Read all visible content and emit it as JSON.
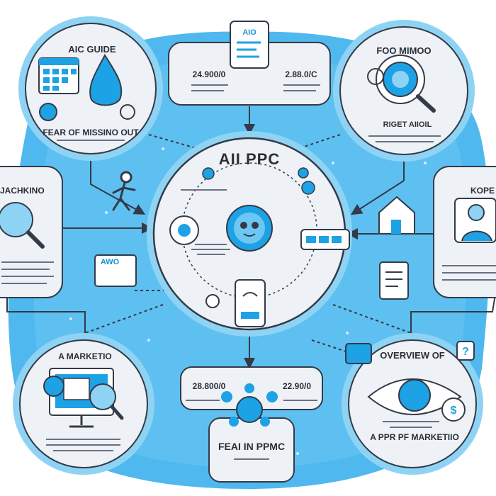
{
  "colors": {
    "accent": "#1ea2e6",
    "light": "#dff2fb",
    "ink": "#333a48",
    "panel": "#eef1f5"
  },
  "center": {
    "title": "AII PPC"
  },
  "top_left": {
    "title": "AIC GUIDE",
    "caption": "FEAR OF MISSINO OUT"
  },
  "top_mid": {
    "tag": "AIO",
    "left_value": "24.900/0",
    "right_value": "2.88.0/C"
  },
  "top_right": {
    "title": "FOO MIMOO",
    "caption": "RIGET AIIOIL"
  },
  "left": {
    "title": "JACHKINO"
  },
  "left_tag": {
    "text": "AWO"
  },
  "right": {
    "title": "KOPE"
  },
  "bottom_left": {
    "title": "A MARKETIO"
  },
  "bottom_mid": {
    "left_value": "28.800/0",
    "right_value": "22.90/0",
    "caption": "FEAI IN PPMC"
  },
  "bottom_right": {
    "title": "OVERVIEW OF",
    "caption": "A PPR PF MARKETIIO"
  },
  "icons": [
    "calendar-icon",
    "water-drop-icon",
    "gear-search-icon",
    "magnifier-icon",
    "robot-icon",
    "monitor-icon",
    "house-icon",
    "person-icon",
    "dollar-icon",
    "smartphone-icon",
    "runner-icon"
  ]
}
